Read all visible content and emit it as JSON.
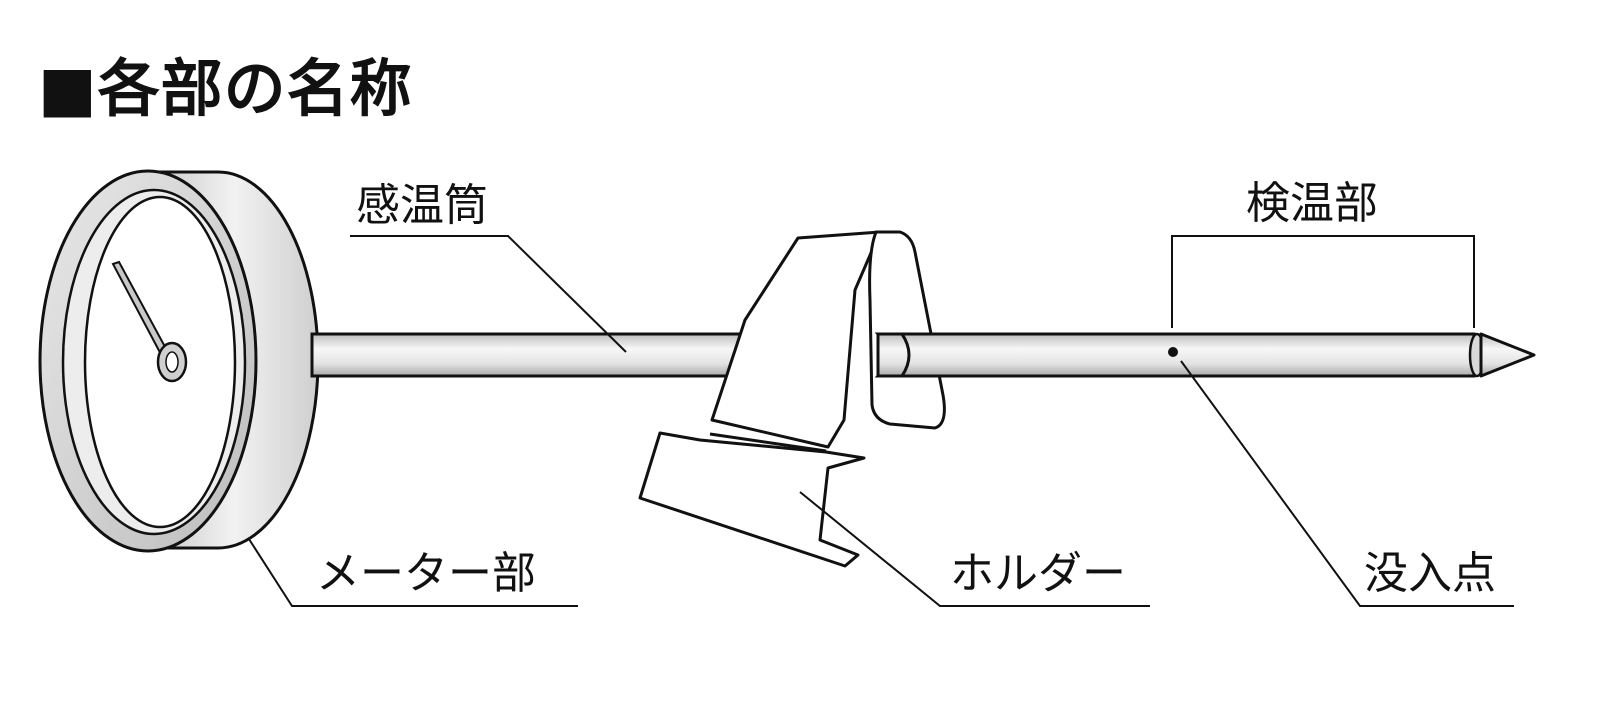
{
  "title": "■各部の名称",
  "labels": {
    "tube": "感温筒",
    "sensor": "検温部",
    "meter": "メーター部",
    "holder": "ホルダー",
    "immersion": "没入点"
  },
  "colors": {
    "line": "#111111",
    "metal_light": "#f2f2f2",
    "metal_mid": "#d6d6d6",
    "metal_dark": "#b4b4b4",
    "background": "#ffffff"
  }
}
